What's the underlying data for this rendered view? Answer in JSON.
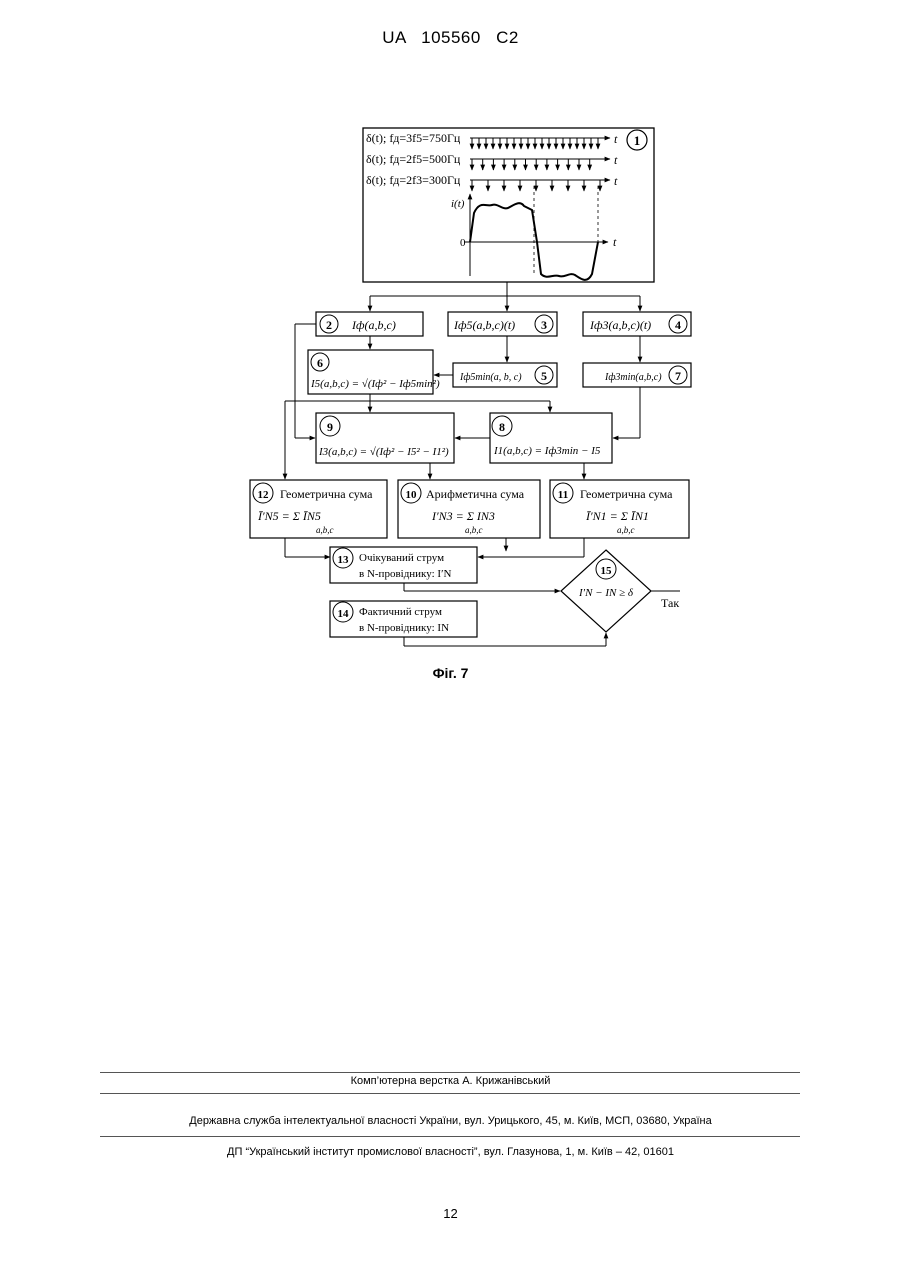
{
  "header": {
    "country": "UA",
    "number": "105560",
    "kind": "C2"
  },
  "figure": {
    "caption": "Фіг. 7",
    "top_block": {
      "id": "1",
      "pulse_trains": [
        {
          "label": "δ(t); fд=3f5=750Гц"
        },
        {
          "label": "δ(t); fд=2f5=500Гц"
        },
        {
          "label": "δ(t); fд=2f3=300Гц"
        }
      ],
      "t_label": "t",
      "y_label": "i(t)",
      "zero_label": "0"
    },
    "blocks": [
      {
        "id": "2",
        "text": "Iф(a,b,c)"
      },
      {
        "id": "3",
        "text": "Iф5(a,b,c)(t)"
      },
      {
        "id": "4",
        "text": "Iф3(a,b,c)(t)"
      },
      {
        "id": "5",
        "text": "Iф5min(a, b, c)"
      },
      {
        "id": "6",
        "text": "I5(a,b,c) = √(Iф² − Iф5min²)"
      },
      {
        "id": "7",
        "text": "Iф3min(a,b,c)"
      },
      {
        "id": "8",
        "text": "I1(a,b,c) = Iф3min − I5"
      },
      {
        "id": "9",
        "text": "I3(a,b,c) = √(Iф² − I5² − I1²)"
      },
      {
        "id": "10",
        "title": "Арифметична сума",
        "formula": "I′N3 = Σ IN3",
        "sub": "a,b,c"
      },
      {
        "id": "11",
        "title": "Геометрична сума",
        "formula": "Ī′N1 = Σ ĪN1",
        "sub": "a,b,c"
      },
      {
        "id": "12",
        "title": "Геометрична сума",
        "formula": "Ī′N5 = Σ ĪN5",
        "sub": "a,b,c"
      },
      {
        "id": "13",
        "line1": "Очікуваний струм",
        "line2": "в N-провіднику: I′N"
      },
      {
        "id": "14",
        "line1": "Фактичний струм",
        "line2": "в N-провіднику: IN"
      },
      {
        "id": "15",
        "text": "I′N − IN ≥ δ"
      }
    ],
    "yes_label": "Так"
  },
  "footer": {
    "line1": "Комп’ютерна верстка А. Крижанівський",
    "line2": "Державна служба інтелектуальної власності України, вул. Урицького, 45, м. Київ, МСП, 03680, Україна",
    "line3": "ДП “Український інститут промислової власності”, вул. Глазунова, 1, м. Київ – 42, 01601"
  },
  "page_number": "12"
}
